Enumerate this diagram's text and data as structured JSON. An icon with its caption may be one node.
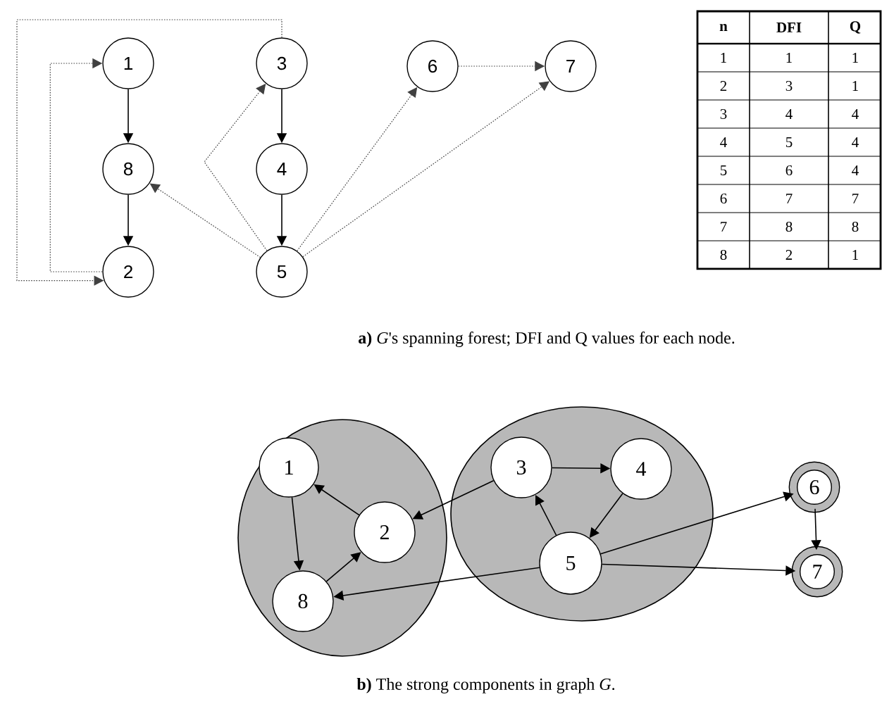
{
  "diagram": {
    "nodes": [
      {
        "text": [
          "1"
        ]
      },
      {
        "text": [
          "3"
        ]
      },
      {
        "text": [
          "6"
        ]
      },
      {
        "text": [
          "7"
        ]
      },
      {
        "text": [
          "8"
        ]
      },
      {
        "text": [
          "4"
        ]
      },
      {
        "text": [
          "2"
        ]
      },
      {
        "text": [
          "5"
        ]
      },
      {
        "text": [],
        "shape": "ellipse"
      },
      {
        "text": [
          "1"
        ],
        "in": 8
      },
      {
        "text": [
          "2"
        ],
        "in": 8
      },
      {
        "text": [
          "8"
        ],
        "in": 8
      },
      {
        "text": [],
        "shape": "ellipse"
      },
      {
        "text": [
          "3"
        ],
        "in": 12
      },
      {
        "text": [
          "4"
        ],
        "in": 12
      },
      {
        "text": [
          "5"
        ],
        "in": 12
      },
      {
        "text": [
          "6"
        ]
      },
      {
        "text": [
          "7"
        ]
      }
    ],
    "edges": [
      {
        "from": 0,
        "to": 4,
        "arrow": "to"
      },
      {
        "from": 4,
        "to": 6,
        "arrow": "to"
      },
      {
        "from": 1,
        "to": 5,
        "arrow": "to"
      },
      {
        "from": 5,
        "to": 7,
        "arrow": "to"
      },
      {
        "from": 6,
        "to": 0,
        "arrow": "to",
        "style": "dashed"
      },
      {
        "from": 1,
        "to": 6,
        "arrow": "to",
        "style": "dashed"
      },
      {
        "from": 7,
        "to": 1,
        "arrow": "to",
        "style": "dashed"
      },
      {
        "from": 7,
        "to": 4,
        "arrow": "to",
        "style": "dashed"
      },
      {
        "from": 7,
        "to": 2,
        "arrow": "to",
        "style": "dashed"
      },
      {
        "from": 7,
        "to": 3,
        "arrow": "to",
        "style": "dashed"
      },
      {
        "from": 2,
        "to": 3,
        "arrow": "to",
        "style": "dashed"
      },
      {
        "from": 9,
        "to": 11,
        "arrow": "to"
      },
      {
        "from": 10,
        "to": 9,
        "arrow": "to"
      },
      {
        "from": 11,
        "to": 10,
        "arrow": "to"
      },
      {
        "from": 13,
        "to": 10,
        "arrow": "to"
      },
      {
        "from": 13,
        "to": 14,
        "arrow": "to"
      },
      {
        "from": 14,
        "to": 15,
        "arrow": "to"
      },
      {
        "from": 15,
        "to": 13,
        "arrow": "to"
      },
      {
        "from": 15,
        "to": 11,
        "arrow": "to"
      },
      {
        "from": 15,
        "to": 16,
        "arrow": "to"
      },
      {
        "from": 15,
        "to": 17,
        "arrow": "to"
      },
      {
        "from": 16,
        "to": 17,
        "arrow": "to"
      }
    ],
    "labels": [
      "n",
      "DFI",
      "Q",
      "1",
      "1",
      "1",
      "2",
      "3",
      "1",
      "3",
      "4",
      "4",
      "4",
      "5",
      "4",
      "5",
      "6",
      "4",
      "6",
      "7",
      "7",
      "7",
      "8",
      "8",
      "8",
      "2",
      "1",
      "**a)**  *G*'s spanning forest; DFI and Q values for each node.",
      "**b)**  The strong components in graph *G*."
    ]
  }
}
